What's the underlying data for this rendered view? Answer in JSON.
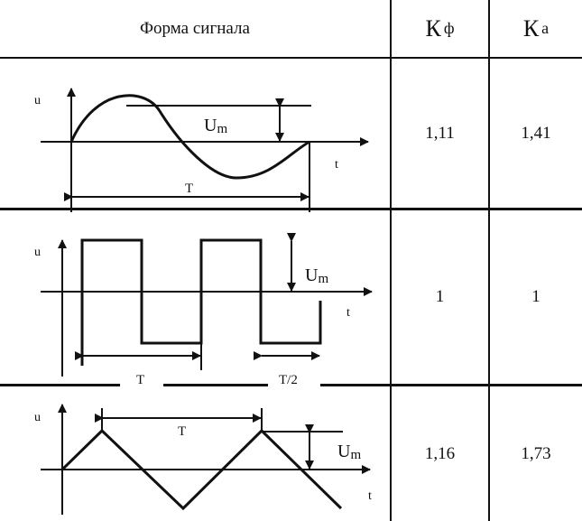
{
  "header": {
    "col1": "Форма сигнала",
    "col2_main": "К",
    "col2_sub": "ф",
    "col3_main": "К",
    "col3_sub": "а"
  },
  "rows": [
    {
      "shape": "sine",
      "kf": "1,11",
      "ka": "1,41",
      "labels": {
        "u": "u",
        "t": "t",
        "T": "T",
        "Um_main": "U",
        "Um_sub": "m"
      }
    },
    {
      "shape": "square",
      "kf": "1",
      "ka": "1",
      "labels": {
        "u": "u",
        "t": "t",
        "T": "T",
        "T2": "T/2",
        "Um_main": "U",
        "Um_sub": "m"
      }
    },
    {
      "shape": "triangle",
      "kf": "1,16",
      "ka": "1,73",
      "labels": {
        "u": "u",
        "t": "t",
        "T": "T",
        "Um_main": "U",
        "Um_sub": "m"
      }
    }
  ]
}
